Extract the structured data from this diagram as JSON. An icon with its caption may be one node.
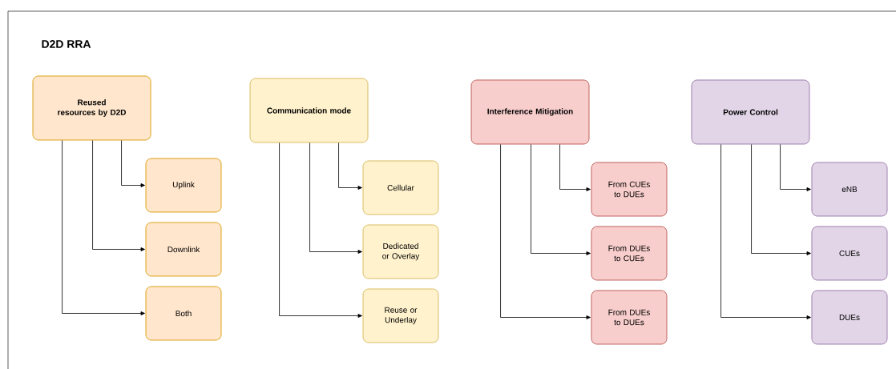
{
  "diagram": {
    "title": "D2D RRA",
    "nodes": [
      {
        "text": [
          "Reused resources by D2D"
        ]
      },
      {
        "text": [
          "Uplink"
        ]
      },
      {
        "text": [
          "Downlink"
        ]
      },
      {
        "text": [
          "Both"
        ]
      },
      {
        "text": [
          "Communication mode"
        ]
      },
      {
        "text": [
          "Cellular"
        ]
      },
      {
        "text": [
          "Dedicated or Overlay"
        ]
      },
      {
        "text": [
          "Reuse or Underlay"
        ]
      },
      {
        "text": [
          "Interference Mitigation"
        ]
      },
      {
        "text": [
          "From CUEs to DUEs"
        ]
      },
      {
        "text": [
          "From DUEs to CUEs"
        ]
      },
      {
        "text": [
          "From DUEs to DUEs"
        ]
      },
      {
        "text": [
          "Power Control"
        ]
      },
      {
        "text": [
          "eNB"
        ]
      },
      {
        "text": [
          "CUEs"
        ]
      },
      {
        "text": [
          "DUEs"
        ]
      }
    ],
    "edges": [
      {
        "from": 0,
        "to": 1,
        "arrow": "to"
      },
      {
        "from": 0,
        "to": 2,
        "arrow": "to"
      },
      {
        "from": 0,
        "to": 3,
        "arrow": "to"
      },
      {
        "from": 4,
        "to": 5,
        "arrow": "to"
      },
      {
        "from": 4,
        "to": 6,
        "arrow": "to"
      },
      {
        "from": 4,
        "to": 7,
        "arrow": "to"
      },
      {
        "from": 8,
        "to": 9,
        "arrow": "to"
      },
      {
        "from": 8,
        "to": 10,
        "arrow": "to"
      },
      {
        "from": 8,
        "to": 11,
        "arrow": "to"
      },
      {
        "from": 12,
        "to": 13,
        "arrow": "to"
      },
      {
        "from": 12,
        "to": 14,
        "arrow": "to"
      },
      {
        "from": 12,
        "to": 15,
        "arrow": "to"
      }
    ]
  }
}
